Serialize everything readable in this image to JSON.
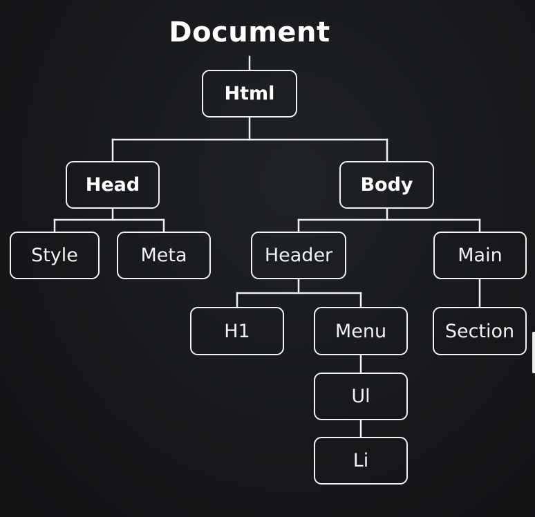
{
  "diagram": {
    "title": "Document",
    "nodes": {
      "html": "Html",
      "head": "Head",
      "body": "Body",
      "style": "Style",
      "meta": "Meta",
      "header": "Header",
      "main": "Main",
      "h1": "H1",
      "menu": "Menu",
      "section": "Section",
      "ul": "Ul",
      "li": "Li"
    },
    "edges": [
      [
        "document",
        "html"
      ],
      [
        "html",
        "head"
      ],
      [
        "html",
        "body"
      ],
      [
        "head",
        "style"
      ],
      [
        "head",
        "meta"
      ],
      [
        "body",
        "header"
      ],
      [
        "body",
        "main"
      ],
      [
        "header",
        "h1"
      ],
      [
        "header",
        "menu"
      ],
      [
        "menu",
        "ul"
      ],
      [
        "ul",
        "li"
      ],
      [
        "main",
        "section"
      ]
    ]
  },
  "colors": {
    "background": "#16181b",
    "stroke": "#f2f2f2",
    "text": "#ffffff"
  }
}
